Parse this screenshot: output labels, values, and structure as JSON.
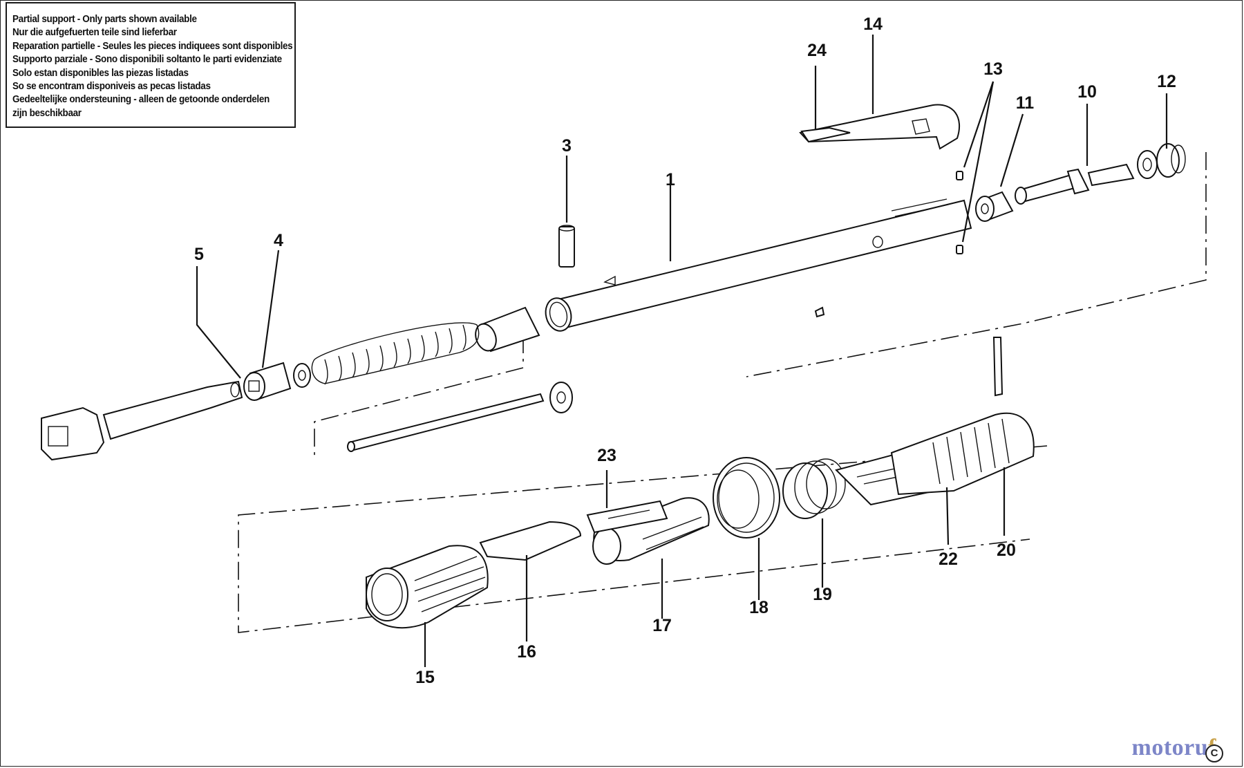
{
  "notice": {
    "lines": [
      "Partial support - Only parts shown available",
      "Nur die aufgefuerten teile sind lieferbar",
      "Reparation partielle - Seules les pieces indiquees sont disponibles",
      "Supporto parziale - Sono disponibili soltanto le parti evidenziate",
      "Solo estan disponibles las piezas listadas",
      "So se encontram disponiveis as pecas listadas",
      "Gedeeltelijke ondersteuning - alleen de getoonde onderdelen",
      "zijn beschikbaar"
    ]
  },
  "callouts": {
    "c1": "1",
    "c3": "3",
    "c4": "4",
    "c5": "5",
    "c10": "10",
    "c11": "11",
    "c12": "12",
    "c13": "13",
    "c14": "14",
    "c15": "15",
    "c16": "16",
    "c17": "17",
    "c18": "18",
    "c19": "19",
    "c20": "20",
    "c22": "22",
    "c23": "23",
    "c24": "24"
  },
  "watermark": {
    "main": "motoru",
    "accent": "f"
  },
  "copyright": "C"
}
